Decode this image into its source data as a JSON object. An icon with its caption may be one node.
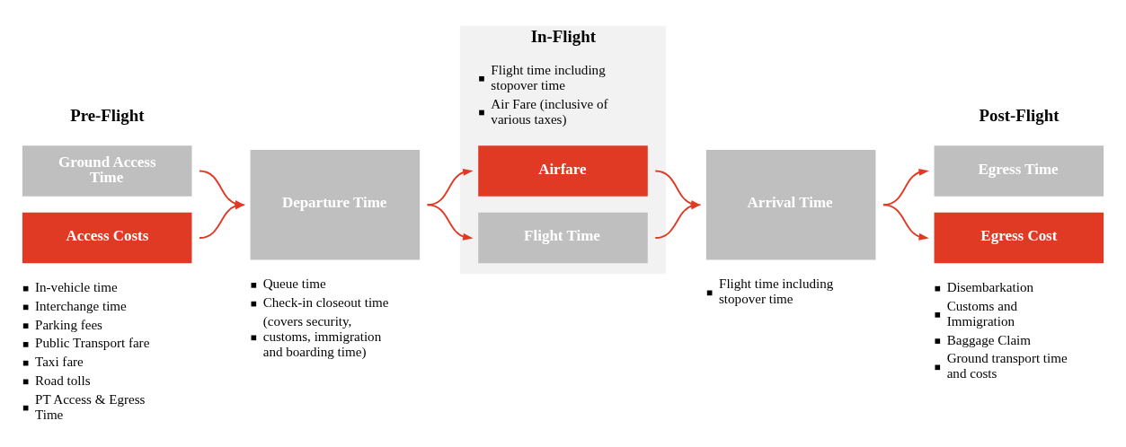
{
  "diagram": {
    "nodes": [
      {
        "text": [
          "Ground Access Time"
        ]
      },
      {
        "text": [
          "Access Costs"
        ],
        "beside": [
          "In-vehicle time",
          "Interchange time",
          "Parking fees",
          "Public Transport fare",
          "Taxi fare",
          "Road tolls",
          "PT Access & Egress Time"
        ]
      },
      {
        "text": [
          "Departure Time"
        ],
        "beside": [
          "Queue time",
          "Check-in closeout time",
          "(covers security, customs, immigration and boarding time)"
        ]
      },
      {
        "text": [
          "In-Flight"
        ]
      },
      {
        "text": [
          "Flight Time"
        ],
        "in": 3
      },
      {
        "text": [
          "Airfare"
        ],
        "in": 3,
        "beside": [
          "Flight time including stopover time",
          "Air Fare (inclusive of various taxes)"
        ]
      },
      {
        "text": [
          "Arrival Time"
        ],
        "beside": [
          "Flight time including stopover time"
        ]
      },
      {
        "text": [
          "Egress Time"
        ]
      },
      {
        "text": [
          "Egress Cost"
        ],
        "beside": [
          "Disembarkation",
          "Customs and Immigration",
          "Baggage Claim",
          "Ground transport time and costs"
        ]
      }
    ],
    "edges": [
      {
        "from": 0,
        "to": 2,
        "arrow": "to"
      },
      {
        "from": 1,
        "to": 2,
        "arrow": "to"
      },
      {
        "from": 2,
        "to": 4,
        "arrow": "to"
      },
      {
        "from": 2,
        "to": 5,
        "arrow": "to"
      },
      {
        "from": 4,
        "to": 6,
        "arrow": "to"
      },
      {
        "from": 5,
        "to": 6,
        "arrow": "to"
      },
      {
        "from": 6,
        "to": 7,
        "arrow": "to"
      },
      {
        "from": 6,
        "to": 8,
        "arrow": "to"
      }
    ],
    "labels": [
      "Pre-Flight",
      "Post-Flight"
    ]
  }
}
